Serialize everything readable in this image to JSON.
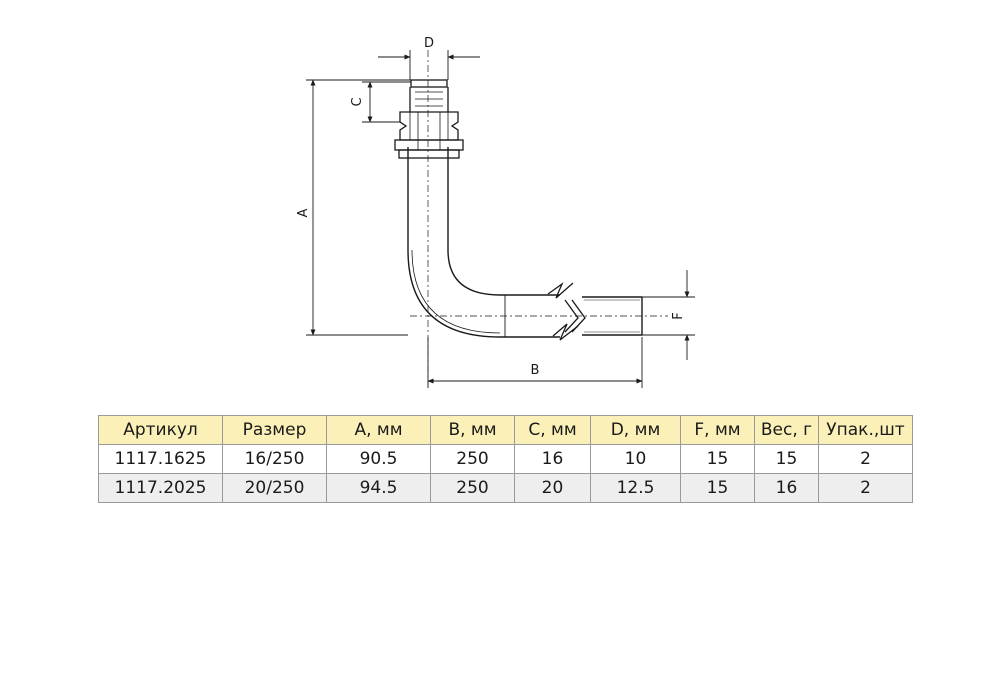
{
  "diagram": {
    "labels": {
      "a": "A",
      "b": "B",
      "c": "C",
      "d": "D",
      "f": "F"
    }
  },
  "table": {
    "headers": [
      "Артикул",
      "Размер",
      "A, мм",
      "B, мм",
      "C, мм",
      "D, мм",
      "F, мм",
      "Вес, г",
      "Упак.,шт"
    ],
    "rows": [
      [
        "1117.1625",
        "16/250",
        "90.5",
        "250",
        "16",
        "10",
        "15",
        "15",
        "2"
      ],
      [
        "1117.2025",
        "20/250",
        "94.5",
        "250",
        "20",
        "12.5",
        "15",
        "16",
        "2"
      ]
    ]
  },
  "colors": {
    "header_bg": "#fbf1b8",
    "row_alt_bg": "#eeeeee",
    "border": "#9a9a9a",
    "line": "#1a1a1a"
  }
}
